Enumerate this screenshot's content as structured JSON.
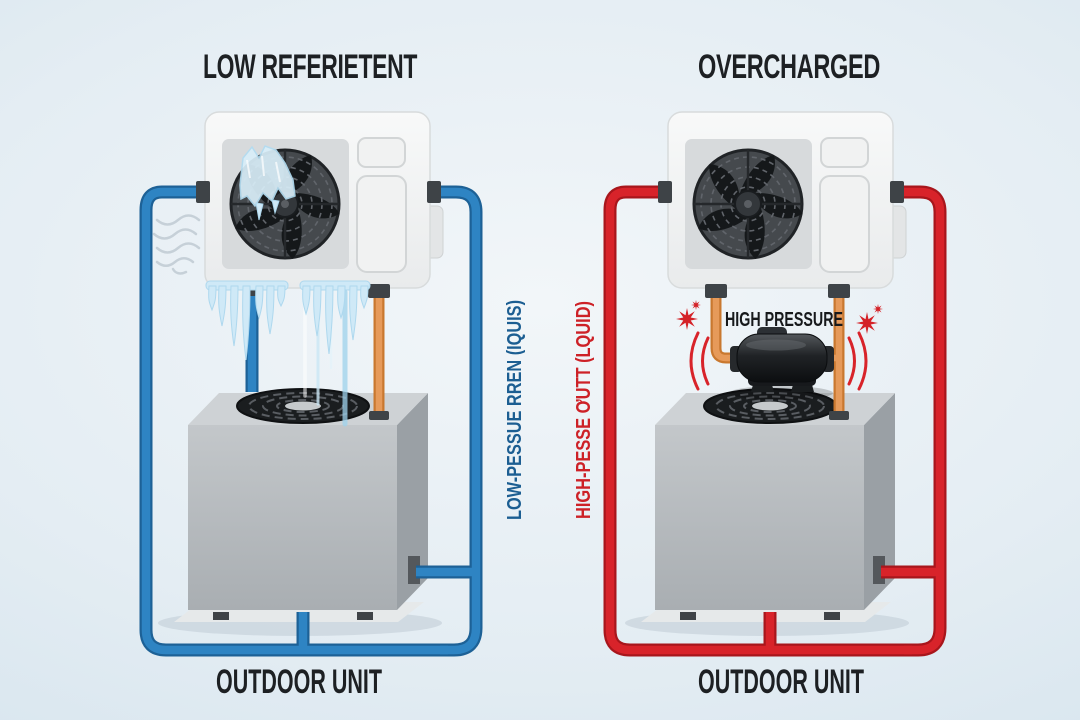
{
  "diagram": {
    "left": {
      "title": "LOW REFERIETENT",
      "pipe_label": "LOW-PESSUE RREN (IQUIS)",
      "unit_label": "OUTDOOR UNIT"
    },
    "right": {
      "title": "OVERCHARGED",
      "compressor_label": "HIGH PRESSURE",
      "pipe_label": "HIGH-PESSE ƠUTT (LQUID)",
      "unit_label": "OUTDOOR UNIT"
    },
    "colors": {
      "suction_line_blue": "#2e84c3",
      "high_pressure_line_red": "#d8232a",
      "liquid_line_orange": "#e69a5a",
      "vertical_label_blue": "#1c5e92",
      "vertical_label_red": "#cd2127",
      "heading_text": "#1d2023",
      "background": "#dce9f1",
      "unit_body": "#f3f4f4",
      "outdoor_box": "#b9bec2",
      "ice": "#cfe9f7"
    }
  }
}
